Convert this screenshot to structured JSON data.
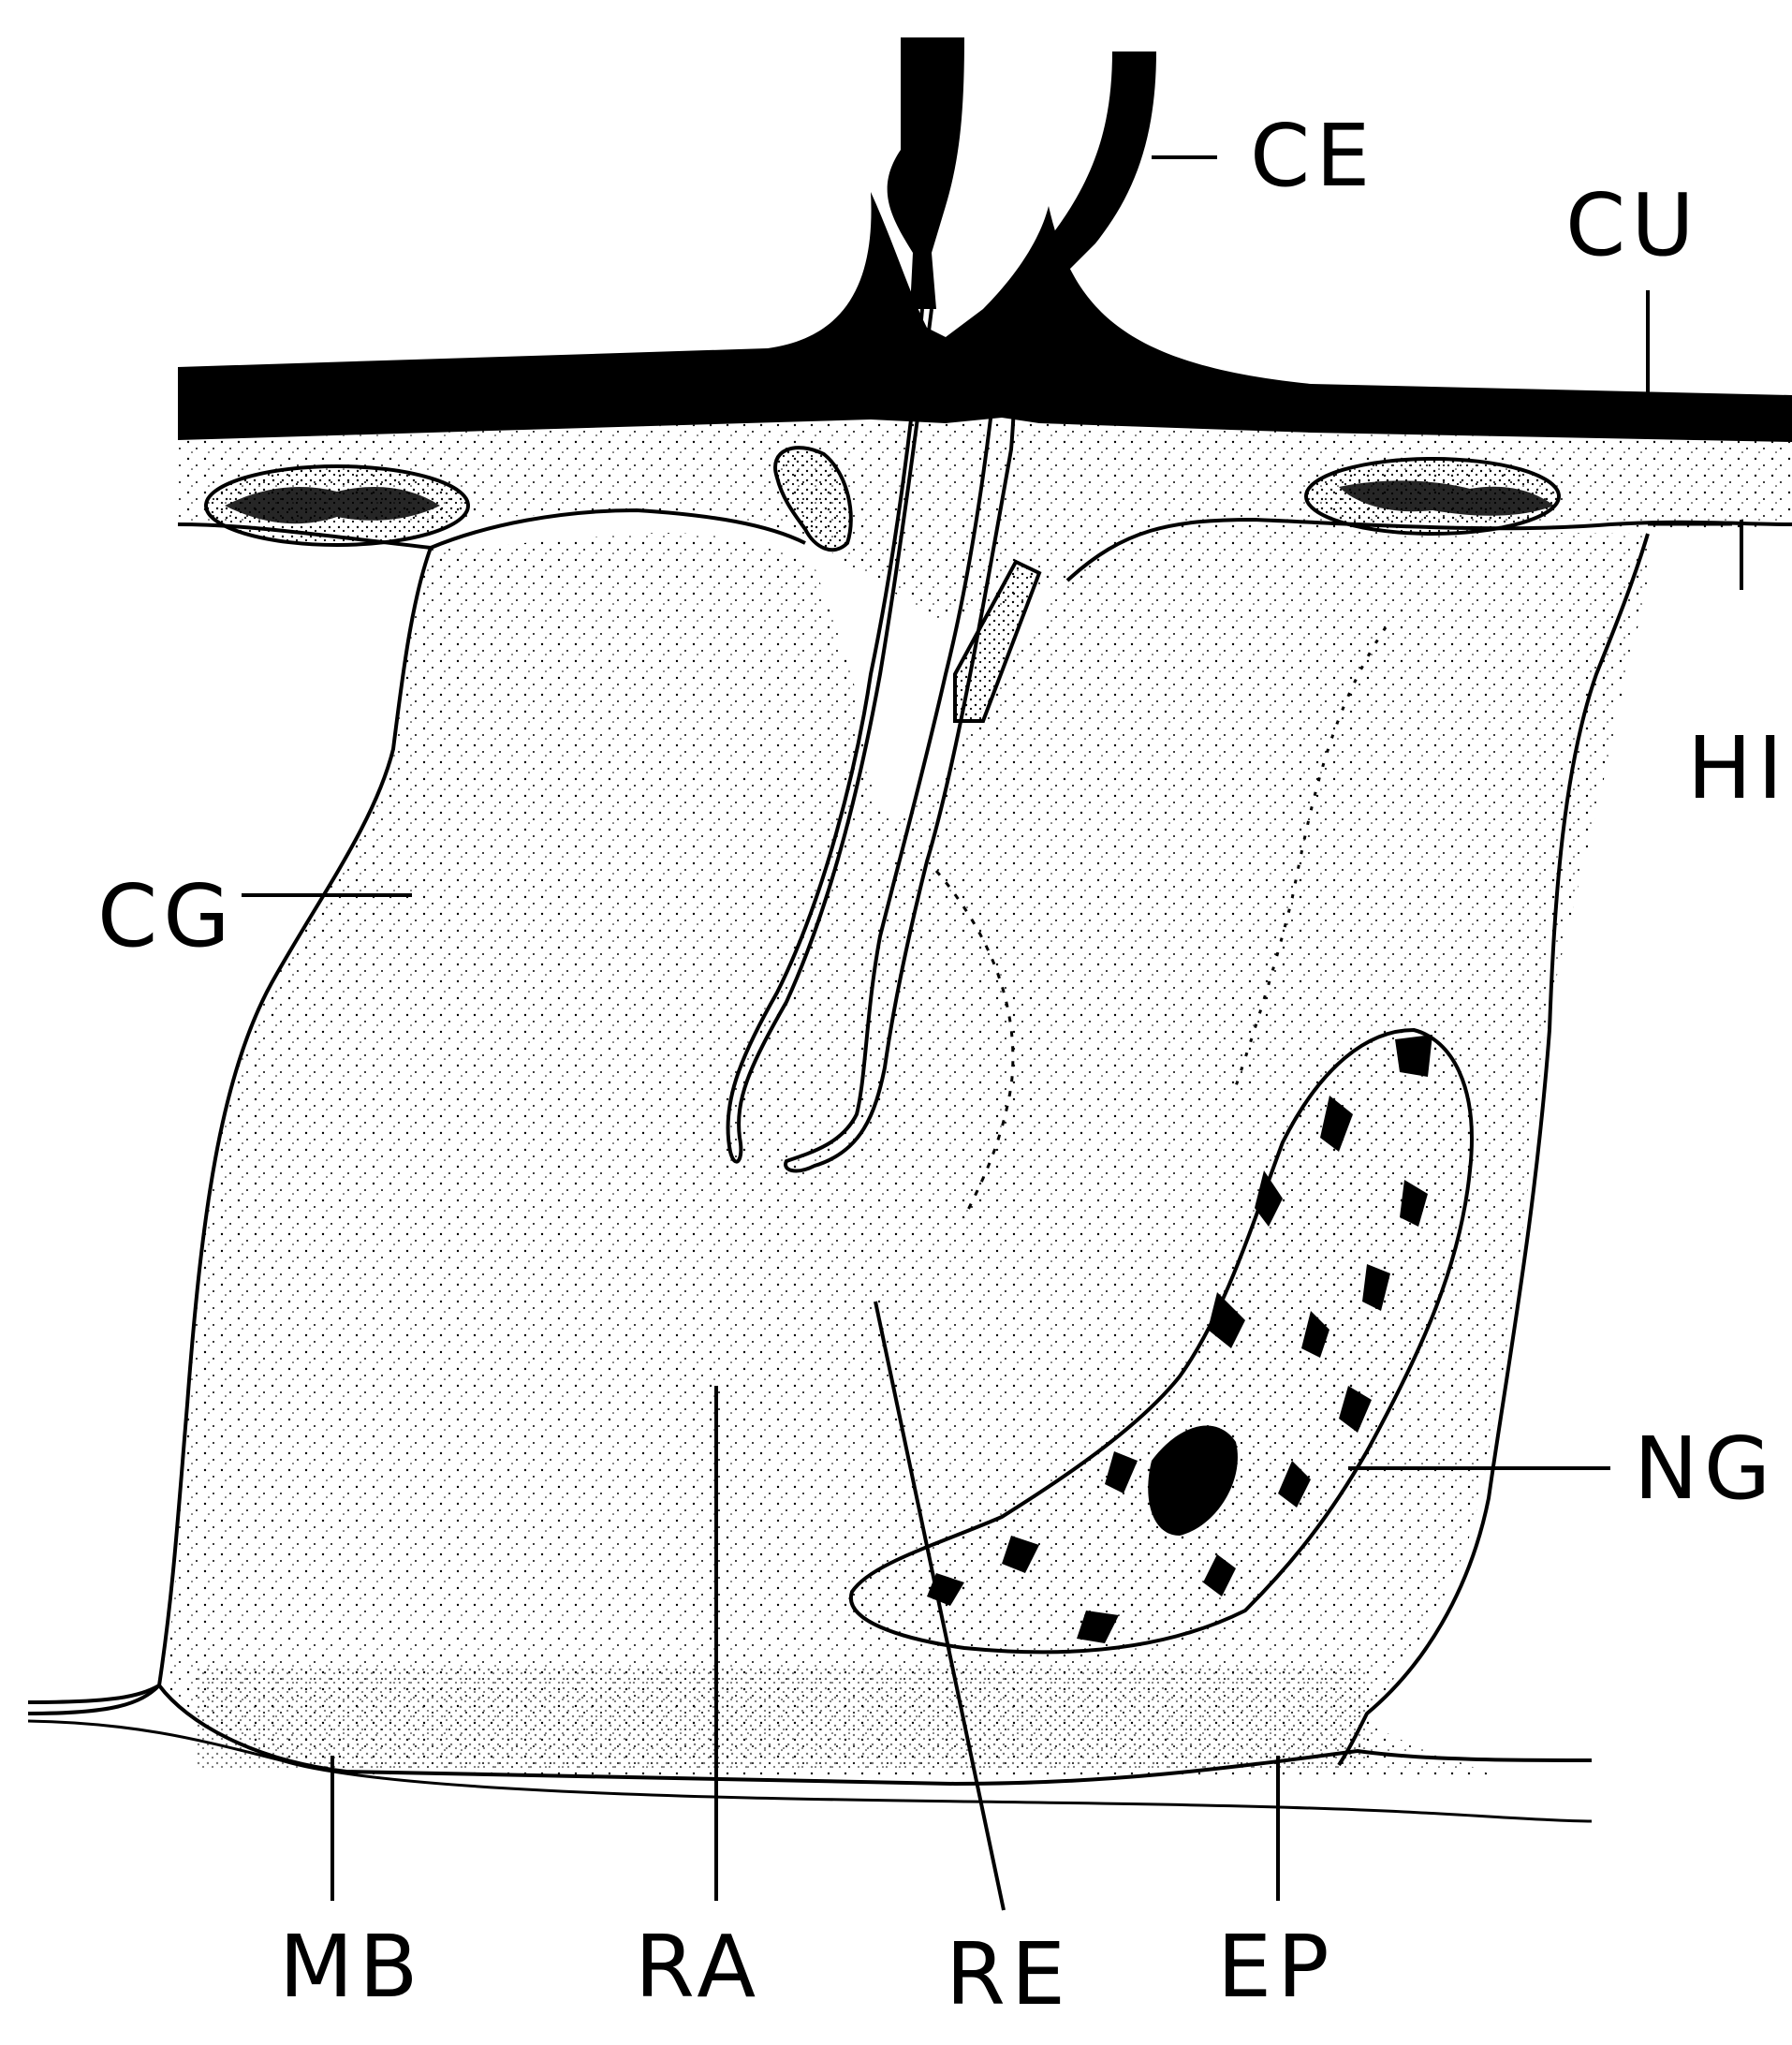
{
  "labels": {
    "ce": "CE",
    "cu": "CU",
    "hi": "HI",
    "cg": "CG",
    "ng": "NG",
    "mb": "MB",
    "ra": "RA",
    "re": "RE",
    "ep": "EP"
  }
}
